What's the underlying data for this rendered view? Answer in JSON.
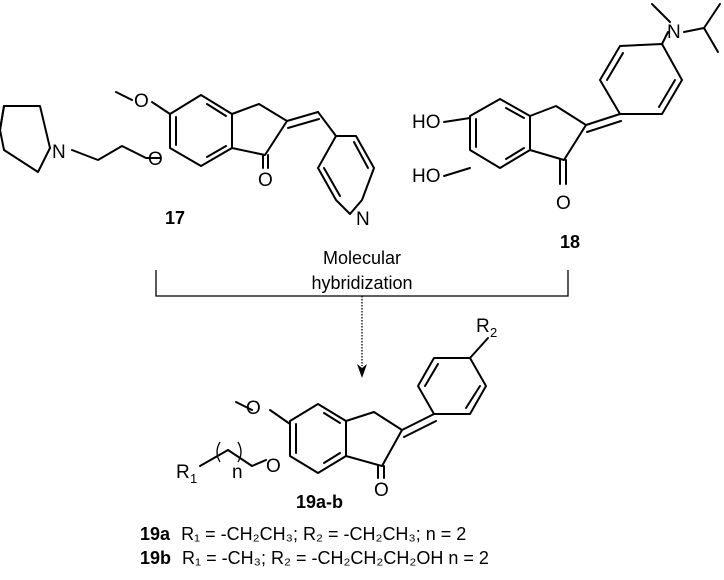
{
  "compounds": {
    "c17": {
      "label": "17",
      "atoms": {
        "o_methoxy": "O",
        "o_ether": "O",
        "n_piperidine": "N",
        "o_ketone": "O",
        "n_pyridine": "N"
      }
    },
    "c18": {
      "label": "18",
      "atoms": {
        "ho_upper": "HO",
        "ho_lower": "HO",
        "o_ketone": "O",
        "n_amine": "N"
      }
    },
    "c19": {
      "label": "19a-b",
      "atoms": {
        "o_methoxy": "O",
        "o_ether": "O",
        "o_ketone": "O",
        "r1": "R",
        "r1_sub": "1",
        "n_index": "n",
        "r2": "R",
        "r2_sub": "2"
      }
    }
  },
  "arrow": {
    "caption_line1": "Molecular",
    "caption_line2": "hybridization"
  },
  "legend": [
    {
      "label": "19a",
      "text": "R₁ = -CH₂CH₃; R₂ = -CH₂CH₃; n = 2"
    },
    {
      "label": "19b",
      "text": "R₁ = -CH₃; R₂ = -CH₂CH₂CH₂OH n = 2"
    }
  ]
}
